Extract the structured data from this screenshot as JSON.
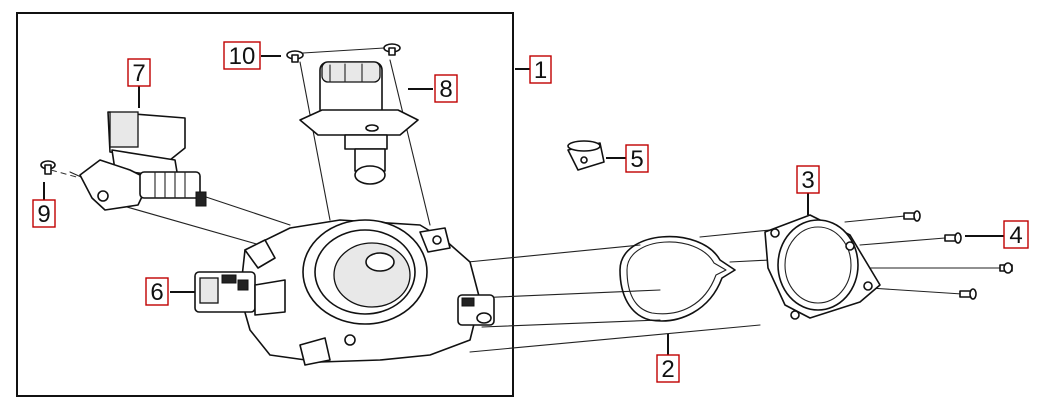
{
  "callouts": [
    {
      "id": "1",
      "label": "1"
    },
    {
      "id": "2",
      "label": "2"
    },
    {
      "id": "3",
      "label": "3"
    },
    {
      "id": "4",
      "label": "4"
    },
    {
      "id": "5",
      "label": "5"
    },
    {
      "id": "6",
      "label": "6"
    },
    {
      "id": "7",
      "label": "7"
    },
    {
      "id": "8",
      "label": "8"
    },
    {
      "id": "9",
      "label": "9"
    },
    {
      "id": "10",
      "label": "10"
    }
  ],
  "colors": {
    "callout_border": "#c00000",
    "line": "#111111",
    "background": "#ffffff"
  }
}
